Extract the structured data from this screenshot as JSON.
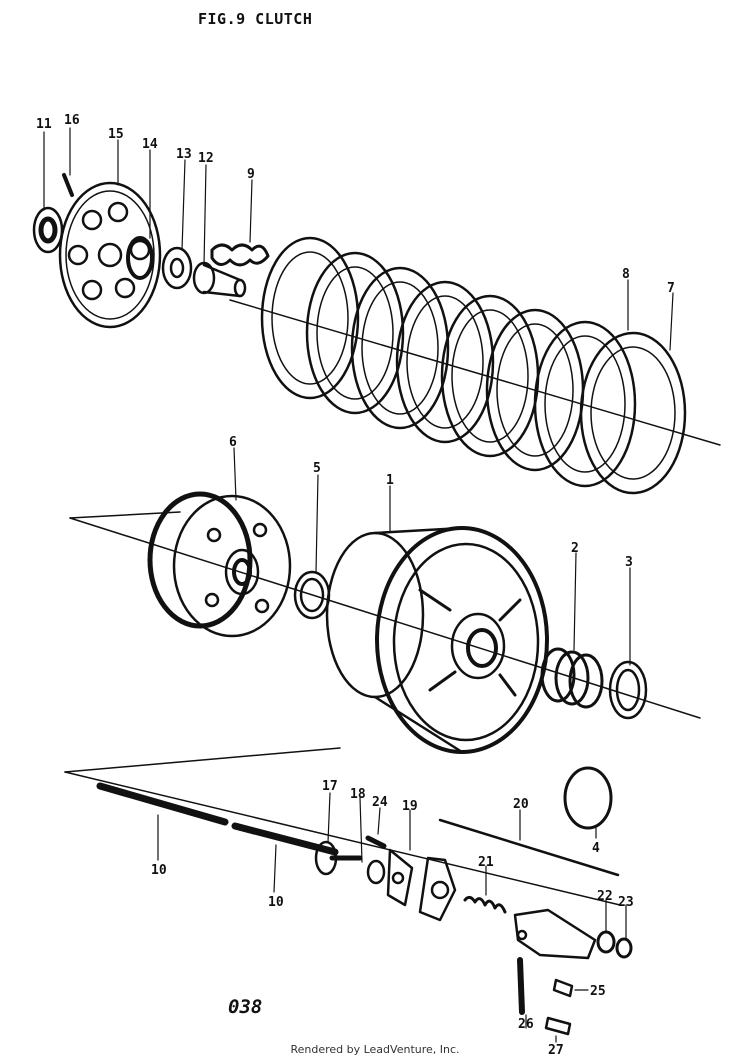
{
  "title": "FIG.9 CLUTCH",
  "page_number": "038",
  "credit": "Rendered by LeadVenture, Inc.",
  "callouts": [
    "11",
    "16",
    "15",
    "14",
    "13",
    "12",
    "9",
    "8",
    "7",
    "6",
    "5",
    "1",
    "2",
    "3",
    "4",
    "10",
    "10",
    "17",
    "18",
    "24",
    "19",
    "20",
    "21",
    "22",
    "23",
    "25",
    "26",
    "27"
  ]
}
